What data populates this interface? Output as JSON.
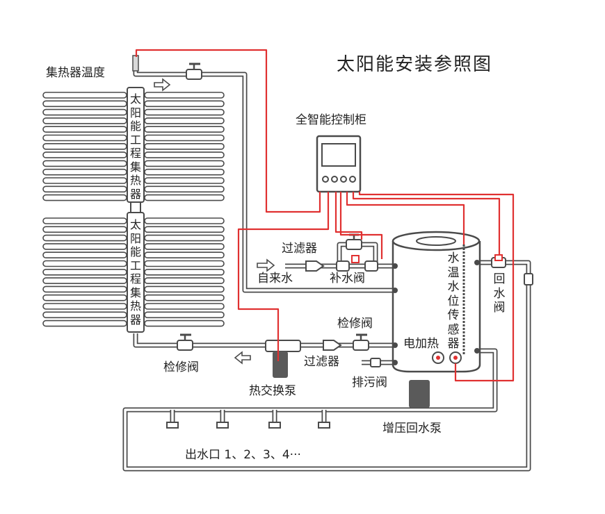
{
  "title": "太阳能安装参照图",
  "labels": {
    "collector_temp": "集热器温度",
    "controller": "全智能控制柜",
    "filter_top": "过滤器",
    "tap_water": "自来水",
    "makeup_valve": "补水阀",
    "service_valve_right": "检修阀",
    "filter_bottom": "过滤器",
    "drain_valve": "排污阀",
    "service_valve_left": "检修阀",
    "heat_exchange_pump": "热交换泵",
    "electric_heater": "电加热",
    "booster_pump": "增压回水泵",
    "outlets": "出水口 1、2、3、4···"
  },
  "vertical_labels": {
    "collector_upper": [
      "太",
      "阳",
      "能",
      "工",
      "程",
      "集",
      "热",
      "器"
    ],
    "collector_lower": [
      "太",
      "阳",
      "能",
      "工",
      "程",
      "集",
      "热",
      "器"
    ],
    "tank_sensor": [
      "水",
      "温",
      "水",
      "位",
      "传",
      "感",
      "器"
    ],
    "return_valve": [
      "回",
      "水",
      "阀"
    ]
  },
  "colors": {
    "pipe": "#4a4a4a",
    "wire": "#e03030",
    "pump": "#5a5a5a",
    "text": "#222222"
  }
}
